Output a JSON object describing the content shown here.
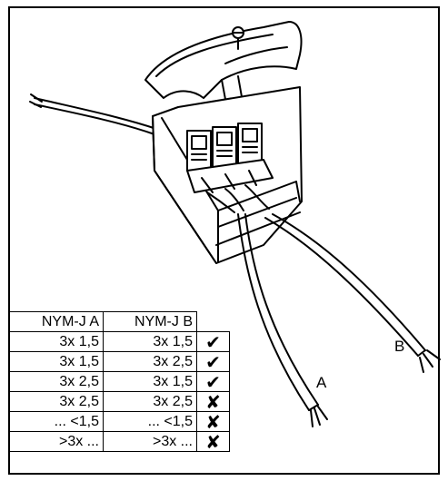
{
  "table": {
    "header_a": "NYM-J  A",
    "header_b": "NYM-J  B",
    "rows": [
      {
        "a": "3x 1,5",
        "b": "3x 1,5",
        "ok": "✔"
      },
      {
        "a": "3x 1,5",
        "b": "3x 2,5",
        "ok": "✔"
      },
      {
        "a": "3x 2,5",
        "b": "3x 1,5",
        "ok": "✔"
      },
      {
        "a": "3x 2,5",
        "b": "3x 2,5",
        "ok": "✘"
      },
      {
        "a": "... <1,5",
        "b": "... <1,5",
        "ok": "✘"
      },
      {
        "a": ">3x ...",
        "b": ">3x ...",
        "ok": "✘"
      }
    ]
  },
  "labels": {
    "cable_a": "A",
    "cable_b": "B"
  },
  "icons": {
    "allowed": "check-mark-icon",
    "not_allowed": "x-mark-icon"
  }
}
